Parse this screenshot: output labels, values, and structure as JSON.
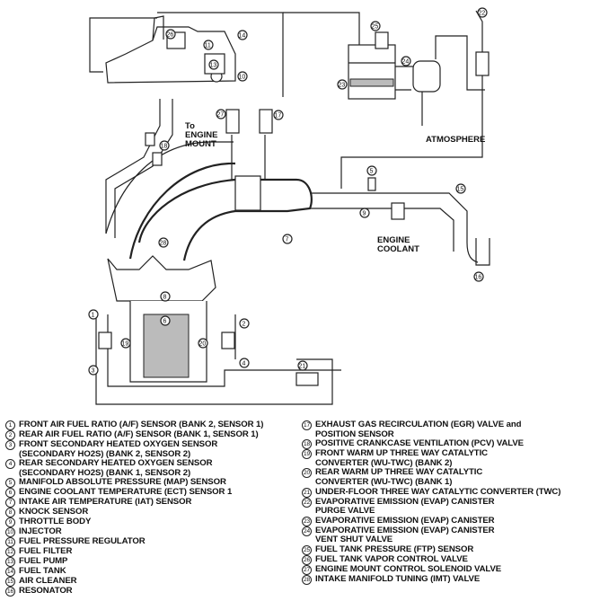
{
  "diagram": {
    "labels": {
      "to_engine_mount": "To\nENGINE\nMOUNT",
      "atmosphere": "ATMOSPHERE",
      "engine_coolant": "ENGINE\nCOOLANT"
    }
  },
  "legend": {
    "left": [
      {
        "n": "1",
        "text": "FRONT AIR FUEL RATIO (A/F) SENSOR (BANK 2, SENSOR 1)"
      },
      {
        "n": "2",
        "text": "REAR AIR FUEL RATIO (A/F) SENSOR (BANK 1, SENSOR 1)"
      },
      {
        "n": "3",
        "text": "FRONT SECONDARY HEATED OXYGEN SENSOR\n(SECONDARY HO2S) (BANK 2, SENSOR 2)"
      },
      {
        "n": "4",
        "text": "REAR SECONDARY HEATED OXYGEN SENSOR\n(SECONDARY HO2S) (BANK 1, SENSOR 2)"
      },
      {
        "n": "5",
        "text": "MANIFOLD ABSOLUTE PRESSURE (MAP) SENSOR"
      },
      {
        "n": "6",
        "text": "ENGINE COOLANT TEMPERATURE (ECT) SENSOR 1"
      },
      {
        "n": "7",
        "text": "INTAKE AIR TEMPERATURE (IAT) SENSOR"
      },
      {
        "n": "8",
        "text": "KNOCK SENSOR"
      },
      {
        "n": "9",
        "text": "THROTTLE BODY"
      },
      {
        "n": "10",
        "text": "INJECTOR"
      },
      {
        "n": "11",
        "text": "FUEL PRESSURE REGULATOR"
      },
      {
        "n": "12",
        "text": "FUEL FILTER"
      },
      {
        "n": "13",
        "text": "FUEL PUMP"
      },
      {
        "n": "14",
        "text": "FUEL TANK"
      },
      {
        "n": "15",
        "text": "AIR CLEANER"
      },
      {
        "n": "16",
        "text": "RESONATOR"
      }
    ],
    "right": [
      {
        "n": "17",
        "text": "EXHAUST GAS RECIRCULATION (EGR) VALVE and\nPOSITION SENSOR"
      },
      {
        "n": "18",
        "text": "POSITIVE CRANKCASE VENTILATION (PCV) VALVE"
      },
      {
        "n": "19",
        "text": "FRONT WARM UP THREE WAY CATALYTIC\nCONVERTER (WU-TWC) (BANK 2)"
      },
      {
        "n": "20",
        "text": "REAR WARM UP THREE WAY CATALYTIC\nCONVERTER (WU-TWC) (BANK 1)"
      },
      {
        "n": "21",
        "text": "UNDER-FLOOR THREE WAY CATALYTIC CONVERTER (TWC)"
      },
      {
        "n": "22",
        "text": "EVAPORATIVE EMISSION (EVAP) CANISTER\nPURGE VALVE"
      },
      {
        "n": "23",
        "text": "EVAPORATIVE EMISSION (EVAP) CANISTER"
      },
      {
        "n": "24",
        "text": "EVAPORATIVE EMISSION (EVAP) CANISTER\nVENT SHUT VALVE"
      },
      {
        "n": "25",
        "text": "FUEL TANK PRESSURE (FTP) SENSOR"
      },
      {
        "n": "26",
        "text": "FUEL TANK VAPOR CONTROL VALVE"
      },
      {
        "n": "27",
        "text": "ENGINE MOUNT CONTROL SOLENOID VALVE"
      },
      {
        "n": "28",
        "text": "INTAKE MANIFOLD TUNING (IMT) VALVE"
      }
    ]
  }
}
